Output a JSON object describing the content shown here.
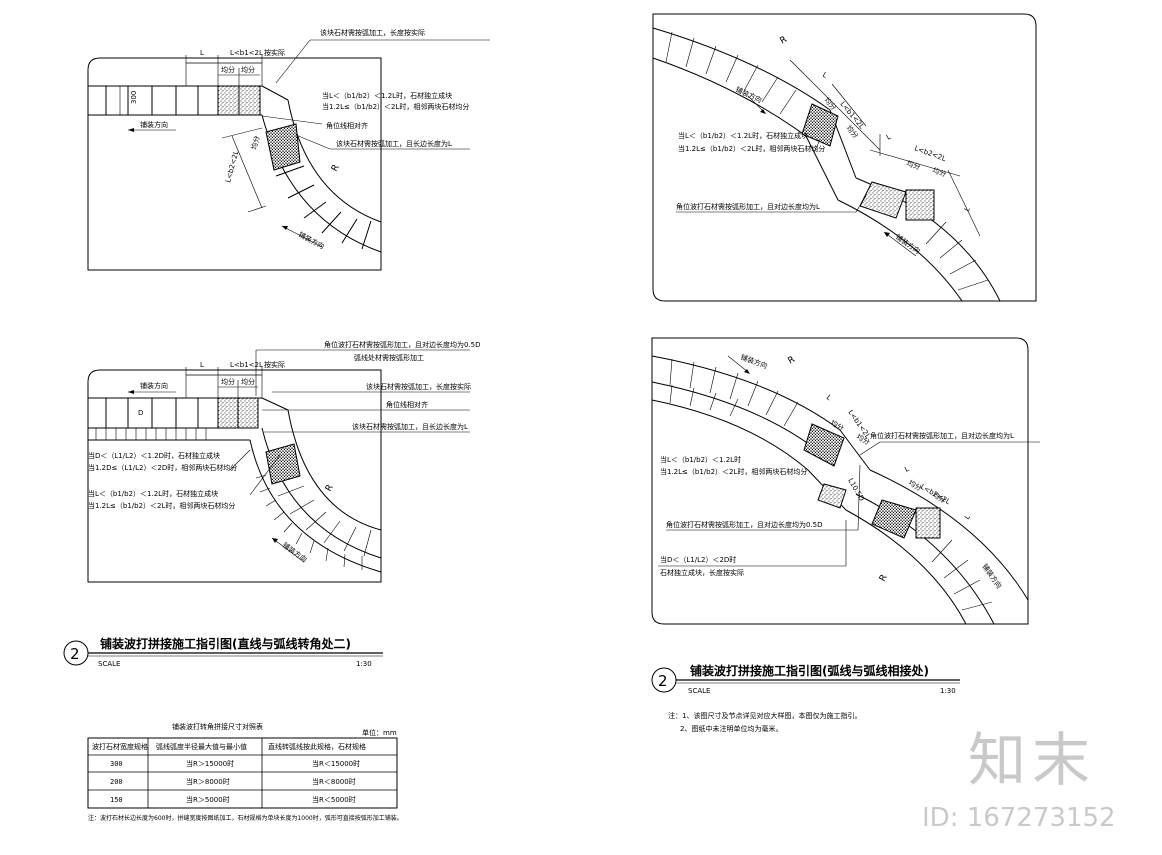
{
  "dims": {
    "L": "L",
    "Lb": "L<b1<2L",
    "Lb2": "L<b2<2L",
    "actual": "按实际",
    "split": "均分",
    "R": "R",
    "D": "D",
    "w300": "300",
    "d10": "L10.5D"
  },
  "dir": {
    "paving": "铺装方向"
  },
  "notes1": {
    "stone_actual": "该块石材需按弧加工，长度按实际",
    "rule1a": "当L＜（b1/b2）＜1.2L时，石材独立成块",
    "rule1b": "当1.2L≤（b1/b2）＜2L时，相邻两块石材均分",
    "corner": "角位线相对齐",
    "stone_arc": "该块石材需按弧加工，且长边长度为L"
  },
  "notes2": {
    "corner_cut": "角位波打石材需按弧形加工，且对边长度均为0.5D",
    "arc_scale": "弧线处材需按弧形加工",
    "stone_actual": "该块石材需按弧加工，长度按实际",
    "corner": "角位线相对齐",
    "stone_arc": "该块石材需按弧加工，且长边长度为L",
    "d1": "当D＜（L1/L2）＜1.2D时，石材独立成块",
    "d2": "当1.2D≤（L1/L2）＜2D时，相邻两块石材均分",
    "b1": "当L＜（b1/b2）＜1.2L时，石材独立成块",
    "b2": "当1.2L≤（b1/b2）＜2L时，相邻两块石材均分"
  },
  "notes3": {
    "rule1a": "当L＜（b1/b2）＜1.2L时，石材独立成块",
    "rule1b": "当1.2L≤（b1/b2）＜2L时，相邻两块石材均分",
    "corner_cut": "角位波打石材需按弧形加工，且对边长度均为L"
  },
  "notes4": {
    "corner_cut": "角位波打石材需按弧形加工，且对边长度均为L",
    "rule1a": "当L＜（b1/b2）＜1.2L时",
    "rule1b": "当1.2L≤（b1/b2）＜2L时，相邻两块石材均分",
    "corner_d": "角位波打石材需按弧形加工，且对边长度均为0.5D",
    "d1": "当D＜（L1/L2）＜2D时",
    "d2": "石材独立成块，长度按实际"
  },
  "caption_left": {
    "num": "2",
    "title": "铺装波打拼接施工指引图(直线与弧线转角处二)",
    "scale_label": "SCALE",
    "scale": "1:30"
  },
  "caption_right": {
    "num": "2",
    "title": "铺装波打拼接施工指引图(弧线与弧线相接处)",
    "scale_label": "SCALE",
    "scale": "1:30"
  },
  "right_notes": {
    "n1": "注：1、该图尺寸及节点详见对应大样图，本图仅为施工指引。",
    "n2": "2、图纸中未注明单位均为毫米。"
  },
  "table": {
    "title": "铺装波打转角拼接尺寸对照表",
    "unit": "单位：mm",
    "headers": [
      "波打石材宽度规格",
      "弧线弧度半径最大值与最小值",
      "直线转弧线按此规格，石材规格"
    ],
    "rows": [
      [
        "300",
        "当R＞15000时",
        "当R＜15000时"
      ],
      [
        "200",
        "当R＞8000时",
        "当R＜8000时"
      ],
      [
        "150",
        "当R＞5000时",
        "当R＜5000时"
      ]
    ],
    "footnote": "注：波打石材长边长度为600时，拼缝宽度按图纸加工，石材规格为单块长度为1000时，弧形可直接按弧形加工铺装。"
  },
  "watermark": {
    "logo": "知末",
    "id": "ID: 167273152"
  }
}
